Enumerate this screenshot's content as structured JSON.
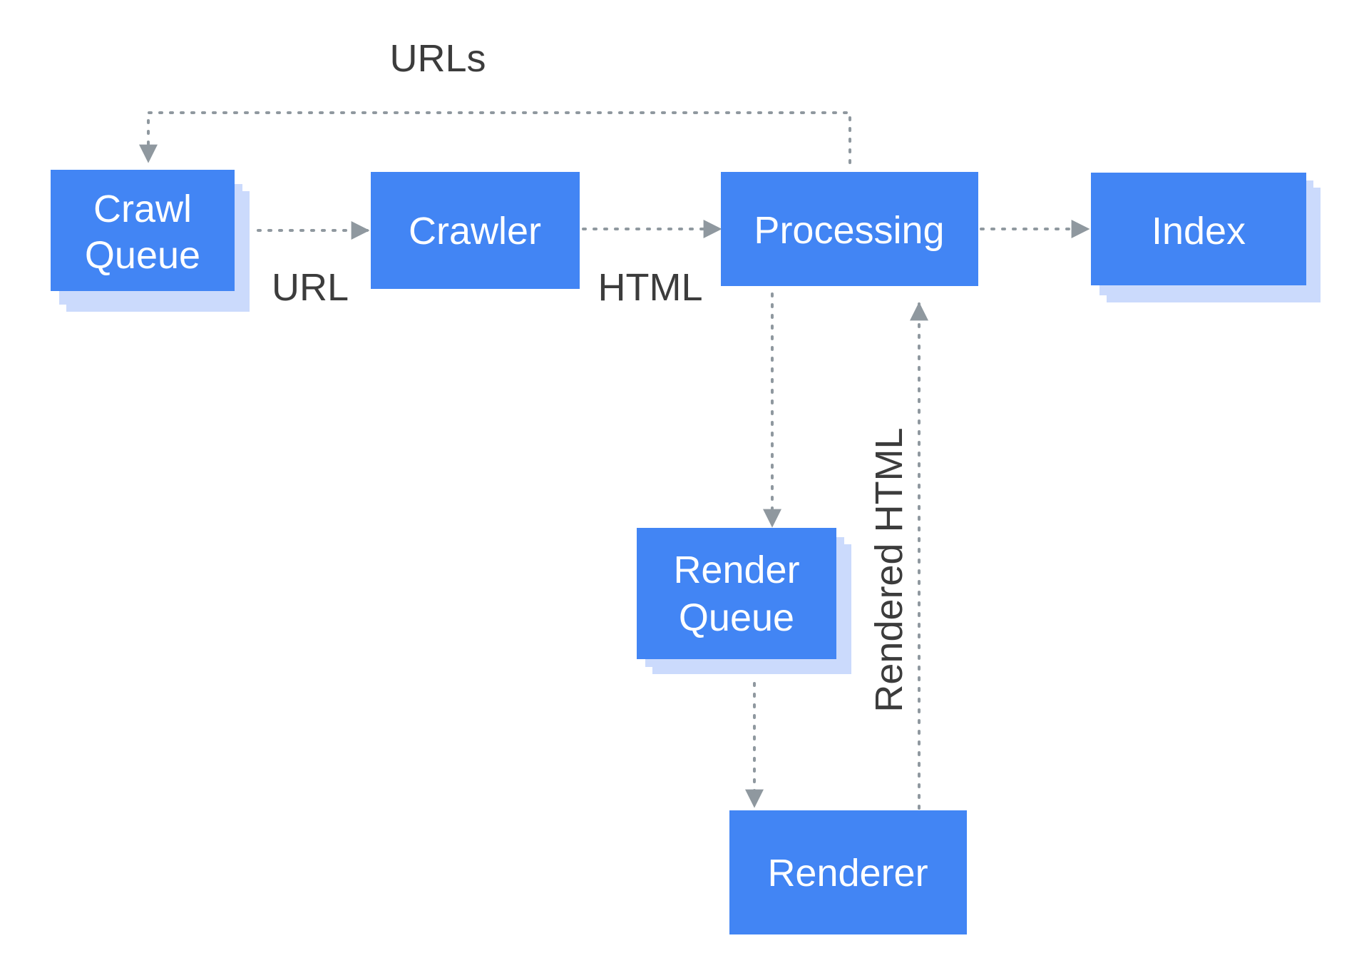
{
  "colors": {
    "node_fill": "#4285f4",
    "node_shadow": "#cbdafc",
    "arrow": "#8f989f",
    "label_text": "#3c3c3c",
    "node_text": "#ffffff"
  },
  "nodes": {
    "crawl_queue": {
      "line1": "Crawl",
      "line2": "Queue",
      "stacked": true
    },
    "crawler": {
      "label": "Crawler",
      "stacked": false
    },
    "processing": {
      "label": "Processing",
      "stacked": false
    },
    "index": {
      "label": "Index",
      "stacked": true
    },
    "render_queue": {
      "line1": "Render",
      "line2": "Queue",
      "stacked": true
    },
    "renderer": {
      "label": "Renderer",
      "stacked": false
    }
  },
  "edges": {
    "processing_to_crawl_queue": {
      "label": "URLs",
      "icon": "dotted-arrow"
    },
    "crawl_queue_to_crawler": {
      "label": "URL",
      "icon": "dotted-arrow"
    },
    "crawler_to_processing": {
      "label": "HTML",
      "icon": "dotted-arrow"
    },
    "processing_to_index": {
      "label": "",
      "icon": "dotted-arrow"
    },
    "processing_to_render_queue": {
      "label": "",
      "icon": "dotted-arrow"
    },
    "render_queue_to_renderer": {
      "label": "",
      "icon": "dotted-arrow"
    },
    "renderer_to_processing": {
      "label": "Rendered HTML",
      "icon": "dotted-arrow"
    }
  }
}
